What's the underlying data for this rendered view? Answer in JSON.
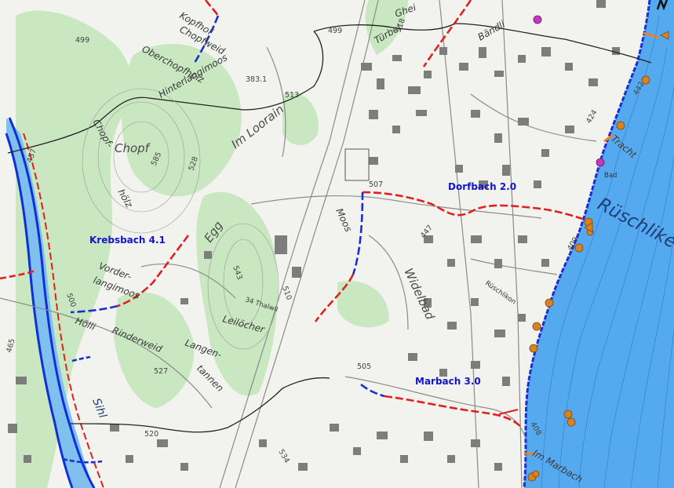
{
  "map": {
    "lake_label": "Rüschlike",
    "river_label": "Sihl",
    "places": [
      "Chopf",
      "Chopf-",
      "hölz",
      "Oberchopfholz",
      "Chopfweid",
      "Hinterlangimoos",
      "Im Loorain",
      "Egg",
      "Langen-",
      "tannen",
      "Leilöcher",
      "Rinderweid",
      "Vorder-",
      "langimoos",
      "Widelbad",
      "Moos",
      "Tracht",
      "Bad",
      "Rüschlikon",
      "Im Marbach",
      "Kopfhof",
      "Ghei",
      "Türbel",
      "Bändli",
      "Hölli",
      "34 Thalwil"
    ],
    "spot_heights": [
      "499",
      "499",
      "518",
      "383.1",
      "513",
      "585",
      "528",
      "457",
      "507",
      "447",
      "409",
      "543",
      "510",
      "500",
      "527",
      "505",
      "520",
      "408",
      "534",
      "465",
      "442",
      "424"
    ],
    "streams": [
      {
        "name": "Dorfbach 2.0"
      },
      {
        "name": "Krebsbach 4.1"
      },
      {
        "name": "Marbach 3.0"
      }
    ],
    "colors": {
      "lake": "#55a9ef",
      "river": "#0f2fd8",
      "river_fill": "#7fc0ee",
      "forest": "#c9e7c0",
      "hazard_red": "#e02020",
      "hazard_blue": "#1a2fd0",
      "boundary": "#222222",
      "marker_orange": "#d9821f",
      "marker_magenta": "#c23ac2"
    },
    "icons": [
      "north-arrow-icon",
      "orange-marker-icon",
      "magenta-marker-icon"
    ]
  }
}
